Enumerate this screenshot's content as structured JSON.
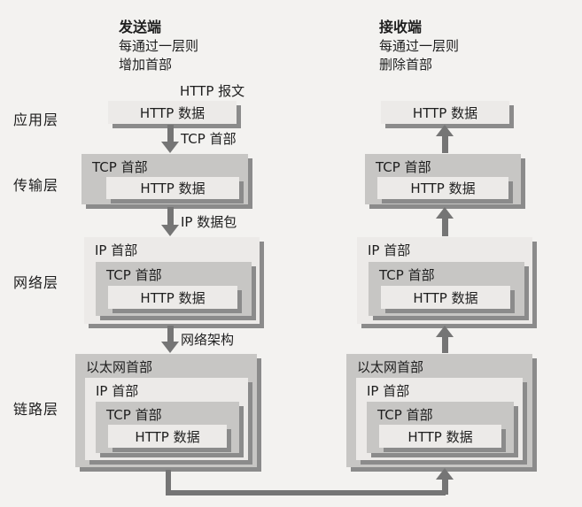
{
  "sender": {
    "title": "发送端",
    "line1": "每通过一层则",
    "line2": "增加首部"
  },
  "receiver": {
    "title": "接收端",
    "line1": "每通过一层则",
    "line2": "删除首部"
  },
  "layers": [
    "应用层",
    "传输层",
    "网络层",
    "链路层"
  ],
  "arrow_labels": {
    "http_message": "HTTP 报文",
    "tcp_header": "TCP 首部",
    "ip_packet": "IP 数据包",
    "network_arch": "网络架构"
  },
  "boxes": {
    "http_data": "HTTP 数据",
    "tcp_header": "TCP 首部",
    "ip_header": "IP 首部",
    "eth_header": "以太网首部"
  },
  "colors": {
    "bg": "#f3f2f0",
    "box_light": "#eceae8",
    "box_medium": "#c7c6c4",
    "shadow": "#8b8b8b",
    "arrow": "#757575",
    "text": "#1e1e1e"
  }
}
